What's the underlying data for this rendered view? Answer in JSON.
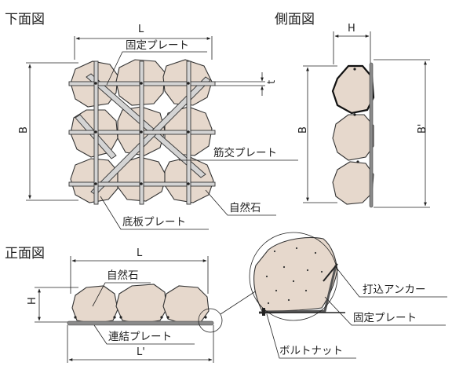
{
  "titles": {
    "plan": "下面図",
    "side": "側面図",
    "front": "正面図"
  },
  "plan_view": {
    "dim_L": "L",
    "dim_B": "B",
    "dim_t": "t",
    "label_fixing_plate": "固定プレート",
    "label_brace_plate": "筋交プレート",
    "label_base_plate": "底板プレート",
    "label_natural_stone": "自然石"
  },
  "side_view": {
    "dim_H": "H",
    "dim_B": "B",
    "dim_B_prime": "B'"
  },
  "front_view": {
    "dim_L": "L",
    "dim_H": "H",
    "dim_L_prime": "L'",
    "label_natural_stone": "自然石",
    "label_connecting_plate": "連結プレート"
  },
  "detail_view": {
    "label_anchor": "打込アンカー",
    "label_fixing_plate": "固定プレート",
    "label_bolt_nut": "ボルトナット"
  },
  "colors": {
    "stone_fill": "#e6d8cc",
    "plate_fill": "#d4d4d4",
    "line": "#222222"
  }
}
